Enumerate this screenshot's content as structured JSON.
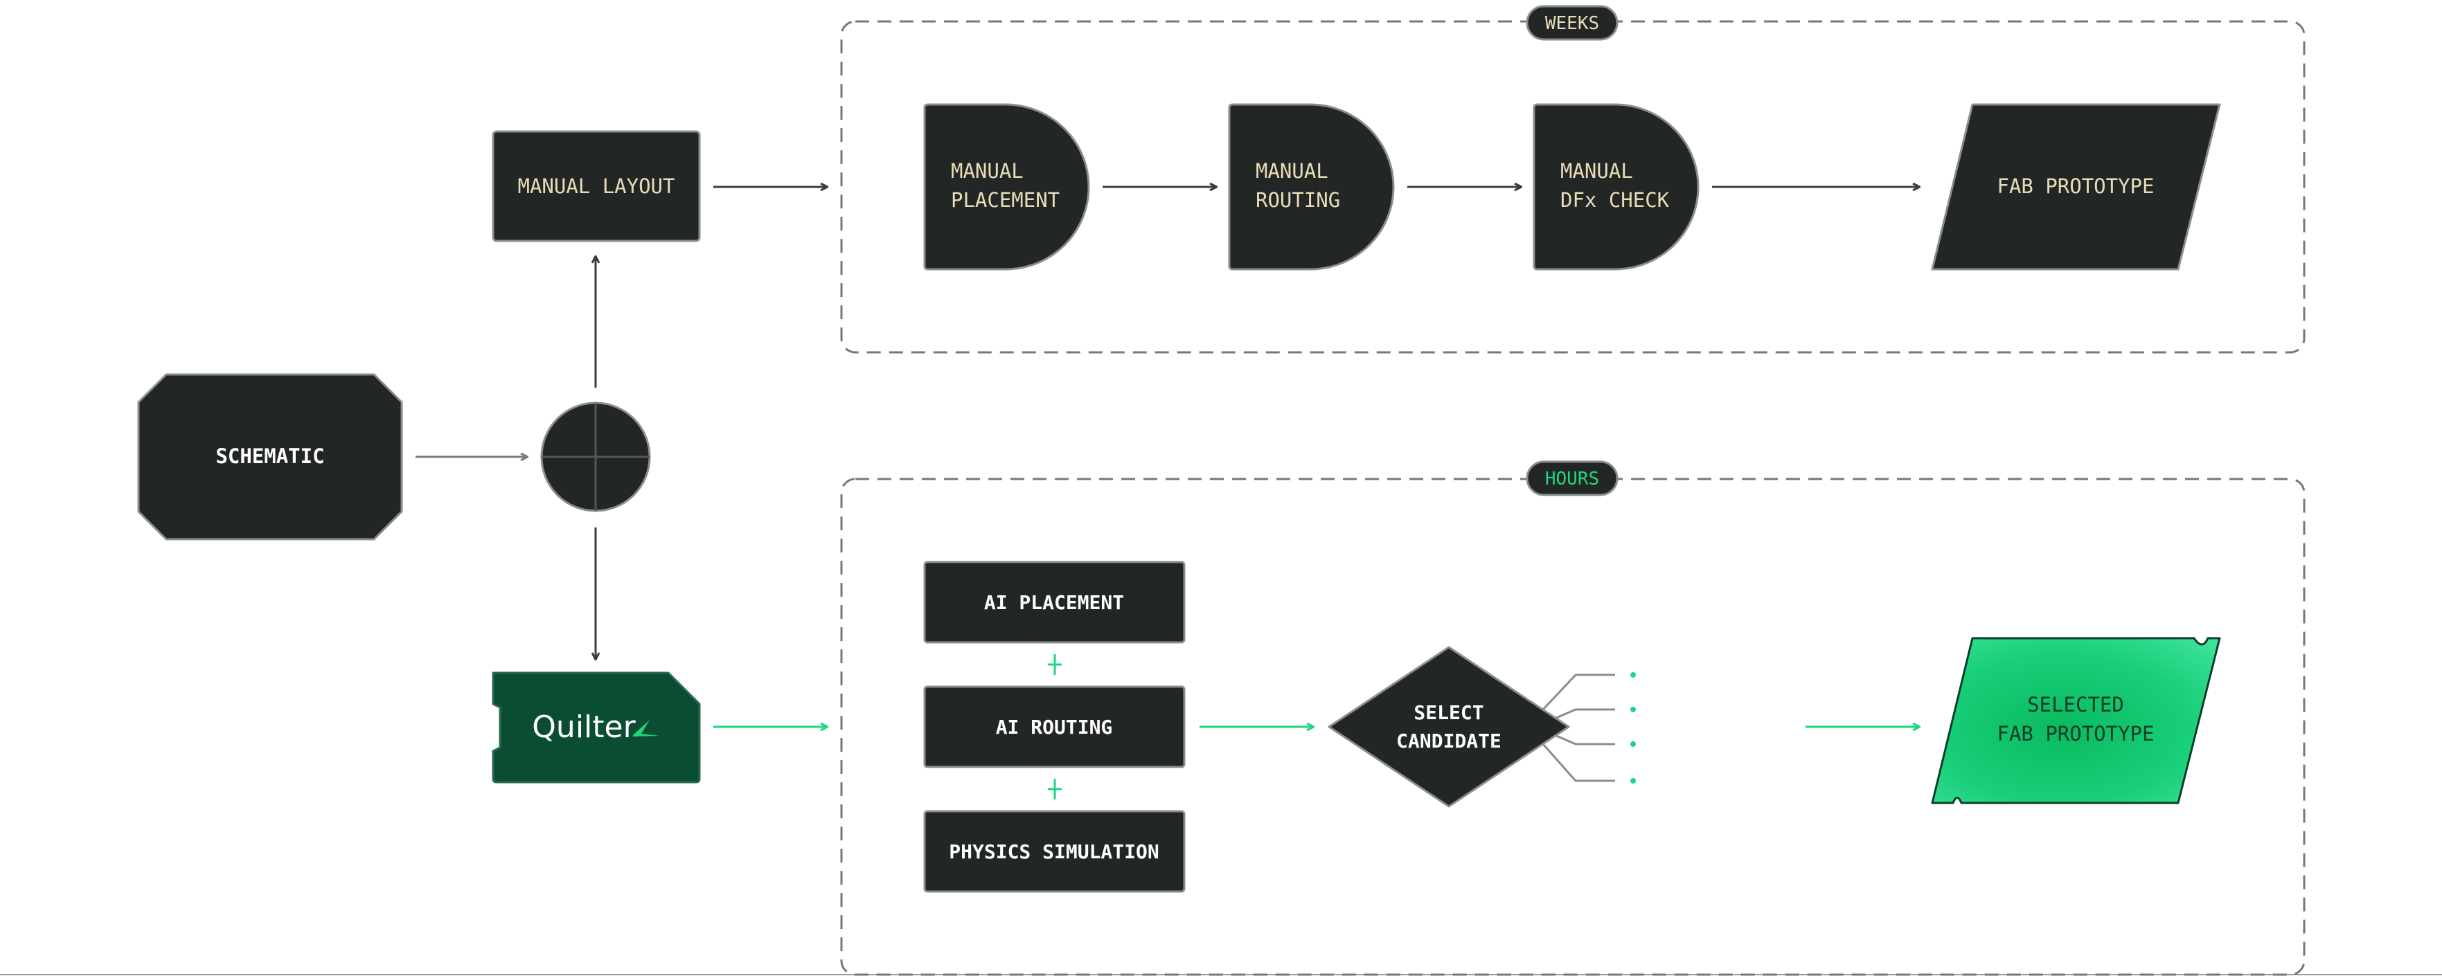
{
  "groups": {
    "weeks": {
      "label": "WEEKS"
    },
    "hours": {
      "label": "HOURS"
    }
  },
  "nodes": {
    "schematic": "SCHEMATIC",
    "manual_layout": "MANUAL LAYOUT",
    "manual_placement": [
      "MANUAL",
      "PLACEMENT"
    ],
    "manual_routing": [
      "MANUAL",
      "ROUTING"
    ],
    "manual_dfx": [
      "MANUAL",
      "DFx CHECK"
    ],
    "fab_prototype": "FAB PROTOTYPE",
    "quilter_logo": "Quilter",
    "ai_placement": "AI PLACEMENT",
    "ai_routing": "AI ROUTING",
    "physics_simulation": "PHYSICS SIMULATION",
    "select_candidate": [
      "SELECT",
      "CANDIDATE"
    ],
    "selected_fab_prototype": [
      "SELECTED",
      "FAB PROTOTYPE"
    ]
  },
  "colors": {
    "node_fill": "#222725",
    "node_stroke": "#8a8d8b",
    "manual_text": "#e8dcb8",
    "ai_text": "#ffffff",
    "accent_green": "#1ed67f",
    "quilter_bg": "#0b4d33",
    "arrow_dark": "#3a3d3c",
    "dashed_border": "#777777"
  }
}
